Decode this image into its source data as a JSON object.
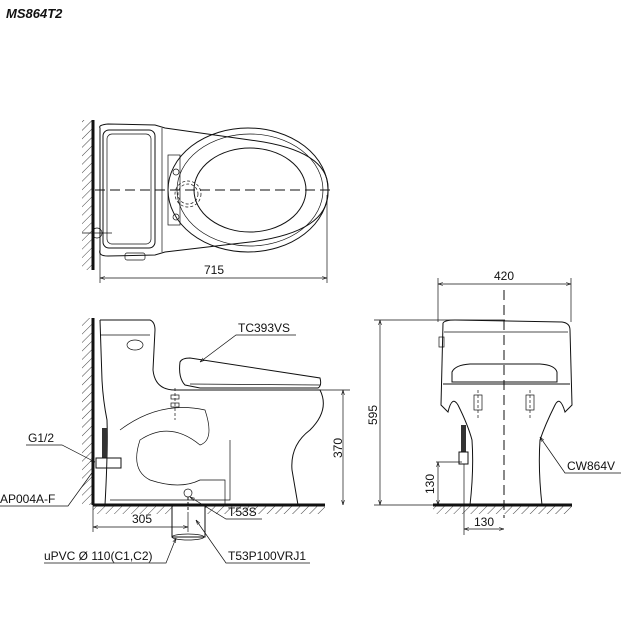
{
  "title": "MS864T2",
  "top_view": {
    "width_dim": "715"
  },
  "side_view": {
    "seat_label": "TC393VS",
    "inlet_label": "G1/2",
    "valve_label": "AP004A-F",
    "height_dim": "370",
    "rough_in_dim": "305",
    "flange_label": "T53S",
    "connector_label": "T53P100VRJ1",
    "pipe_label": "uPVC Ø 110(C1,C2)"
  },
  "front_view": {
    "width_dim": "420",
    "height_dim": "595",
    "inlet_height_dim": "130",
    "inlet_offset_dim": "130",
    "body_label": "CW864V"
  }
}
